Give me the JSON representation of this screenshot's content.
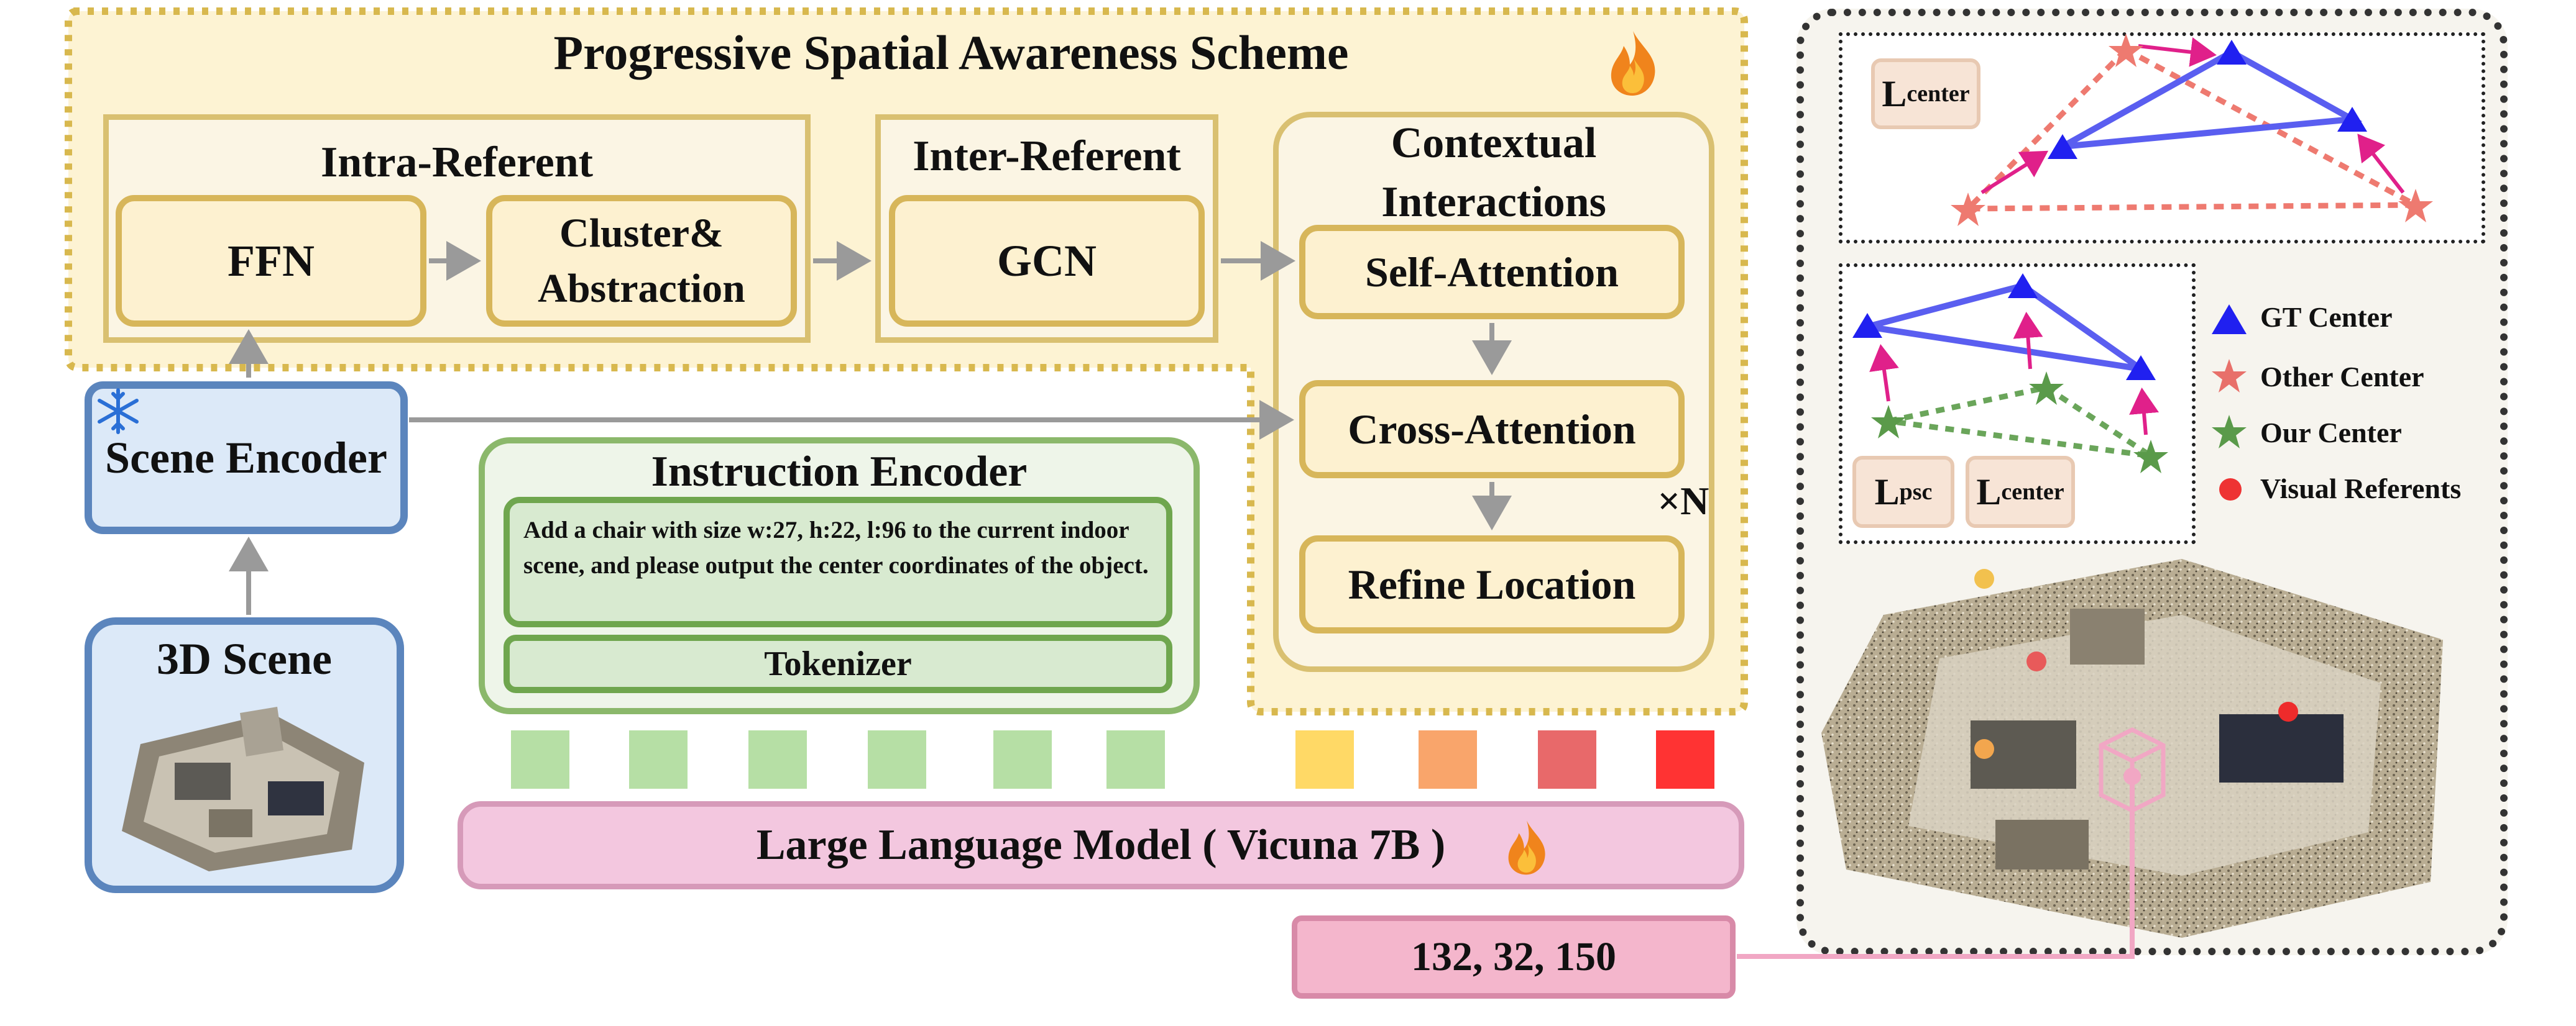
{
  "psa": {
    "title": "Progressive Spatial Awareness Scheme",
    "intra_title": "Intra-Referent",
    "ffn": "FFN",
    "cluster_line1": "Cluster&",
    "cluster_line2": "Abstraction",
    "inter_title": "Inter-Referent",
    "gcn": "GCN",
    "ctx_line1": "Contextual",
    "ctx_line2": "Interactions",
    "self_attn": "Self-Attention",
    "cross_attn": "Cross-Attention",
    "refine": "Refine Location",
    "repeat": "×N"
  },
  "scene_encoder": {
    "label": "Scene Encoder"
  },
  "scene3d": {
    "label": "3D Scene"
  },
  "instruction": {
    "title": "Instruction Encoder",
    "text": "Add a chair with size w:27, h:22, l:96  to the current indoor scene, and please output the center coordinates of the object.",
    "tokenizer": "Tokenizer"
  },
  "llm": {
    "label": "Large Language Model ( Vicuna 7B )"
  },
  "output": {
    "coords": "132, 32, 150"
  },
  "tokens": {
    "text_color": "#b6dfa5",
    "location_colors": [
      "#ffd966",
      "#f9a56b",
      "#e8696a",
      "#ff3333"
    ]
  },
  "legend": {
    "items": [
      {
        "label": "GT Center",
        "color": "#2020f0",
        "icon": "triangle"
      },
      {
        "label": "Other Center",
        "color": "#e8706a",
        "icon": "star"
      },
      {
        "label": "Our Center",
        "color": "#5a9a4a",
        "icon": "star"
      },
      {
        "label": "Visual Referents",
        "color": "#ee3333",
        "icon": "dot"
      }
    ]
  },
  "losses": {
    "top": {
      "main": "L",
      "sub": "center"
    },
    "psc": {
      "main": "L",
      "sub": "psc"
    },
    "center": {
      "main": "L",
      "sub": "center"
    }
  },
  "colors": {
    "psa_bg": "#fdf3d3",
    "psa_border": "#d8b84e",
    "scene_blue": "#dce9f8",
    "scene_border": "#5b85bd",
    "instruction_border": "#8bb86b",
    "llm_bg": "#f3c7df",
    "llm_border": "#d69ab9",
    "output_bg": "#f4b6cc",
    "arrow": "#9a9a9a"
  }
}
